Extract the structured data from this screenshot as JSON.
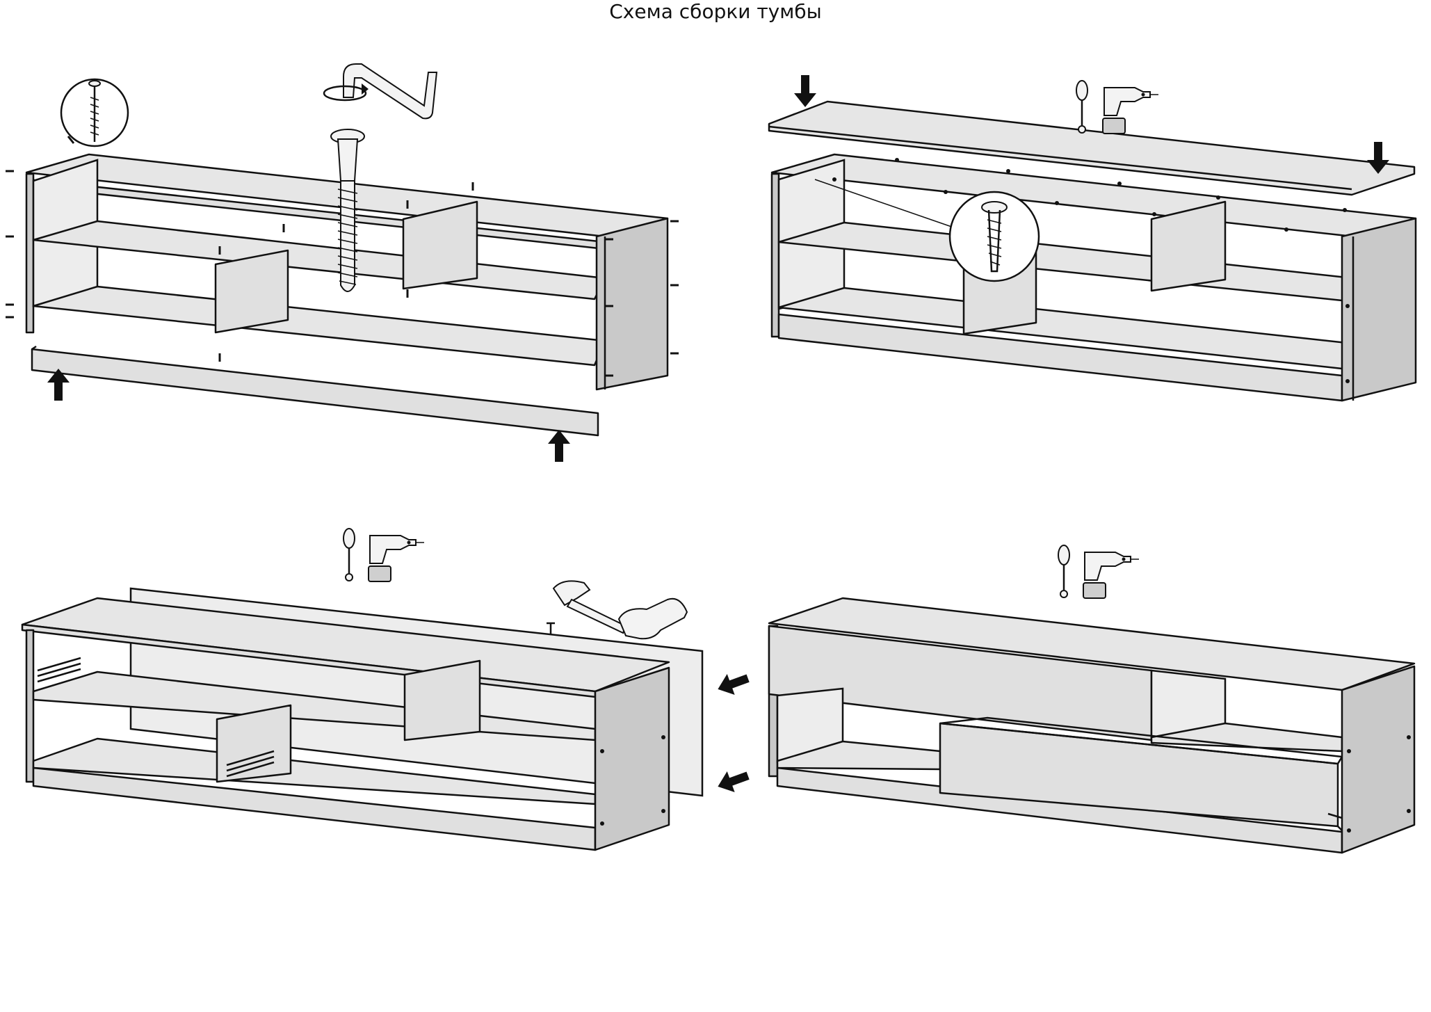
{
  "title": "Схема сборки тумбы",
  "steps": [
    {
      "id": 1,
      "tools": [
        "confirmat-screw-icon",
        "hex-key-icon"
      ],
      "arrows": 2
    },
    {
      "id": 2,
      "tools": [
        "screwdriver-icon",
        "drill-icon",
        "countersunk-screw-icon"
      ],
      "arrows": 2
    },
    {
      "id": 3,
      "tools": [
        "screwdriver-icon",
        "drill-icon",
        "hammer-icon",
        "hand-icon",
        "nail-icon"
      ],
      "arrows": 2
    },
    {
      "id": 4,
      "tools": [
        "screwdriver-icon",
        "drill-icon"
      ],
      "arrows": 0
    }
  ]
}
